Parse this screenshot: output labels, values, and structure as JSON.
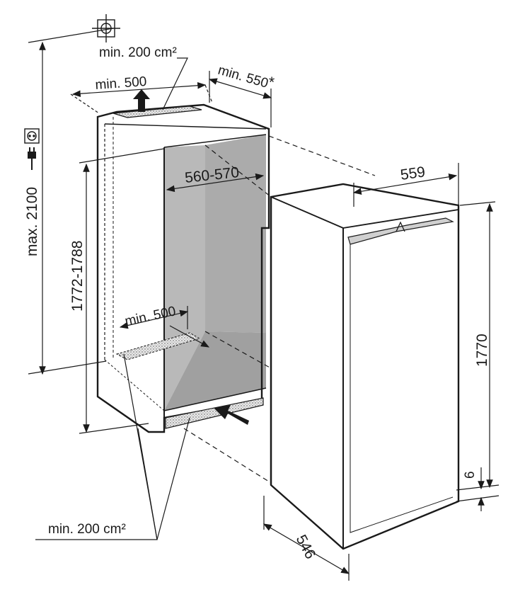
{
  "labels": {
    "max_height": "max. 2100",
    "niche_height": "1772-1788",
    "vent_top_area": "min. 200 cm²",
    "vent_top_depth": "min. 500",
    "niche_depth": "min. 550",
    "asterisk": "*",
    "niche_width": "560-570",
    "vent_inner_depth": "min. 500",
    "vent_bottom_area": "min. 200 cm²",
    "appliance_width": "559",
    "appliance_height": "1770",
    "appliance_depth": "546",
    "plinth_gap": "6"
  },
  "icons": [
    "plumb-symbol-icon",
    "power-socket-icon",
    "power-plug-icon",
    "airflow-arrow-icon"
  ],
  "colors": {
    "line": "#1a1a1a",
    "niche_interior": "#bdbdbd",
    "niche_dark": "#9c9c9c",
    "panel": "#d6d6d6"
  }
}
